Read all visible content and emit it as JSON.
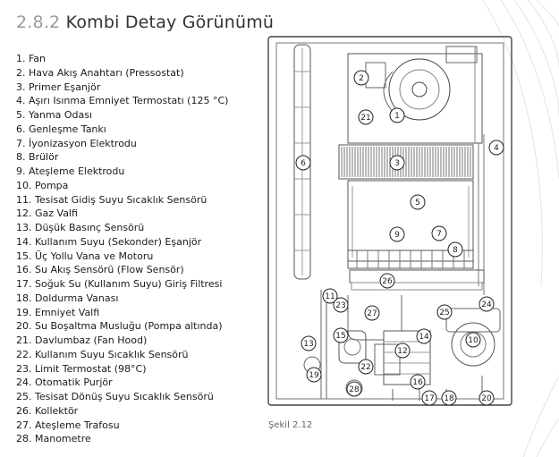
{
  "header": {
    "section_number": "2.8.2",
    "title": "Kombi Detay Görünümü"
  },
  "parts": [
    "1. Fan",
    "2. Hava Akış Anahtarı (Pressostat)",
    "3. Primer Eşanjör",
    "4. Aşırı Isınma Emniyet Termostatı (125 °C)",
    "5. Yanma Odası",
    "6. Genleşme Tankı",
    "7. İyonizasyon Elektrodu",
    "8. Brülör",
    "9. Ateşleme Elektrodu",
    "10. Pompa",
    "11. Tesisat Gidiş Suyu Sıcaklık Sensörü",
    "12. Gaz Valfi",
    "13. Düşük Basınç Sensörü",
    "14. Kullanım Suyu (Sekonder) Eşanjör",
    "15. Üç Yollu Vana ve Motoru",
    "16. Su Akış Sensörü (Flow Sensör)",
    "17. Soğuk Su (Kullanım Suyu) Giriş Filtresi",
    "18. Doldurma Vanası",
    "19. Emniyet Valfi",
    "20. Su Boşaltma Musluğu (Pompa altında)",
    "21. Davlumbaz (Fan Hood)",
    "22. Kullanım Suyu Sıcaklık Sensörü",
    "23. Limit Termostat (98°C)",
    "24. Otomatik Purjör",
    "25. Tesisat Dönüş Suyu Sıcaklık Sensörü",
    "26. Kollektör",
    "27. Ateşleme Trafosu",
    "28. Manometre"
  ],
  "diagram": {
    "caption": "Şekil 2.12",
    "callouts": [
      "1",
      "2",
      "3",
      "4",
      "5",
      "6",
      "7",
      "8",
      "9",
      "10",
      "11",
      "12",
      "13",
      "14",
      "15",
      "16",
      "17",
      "18",
      "19",
      "20",
      "21",
      "22",
      "23",
      "24",
      "25",
      "26",
      "27",
      "28"
    ]
  }
}
